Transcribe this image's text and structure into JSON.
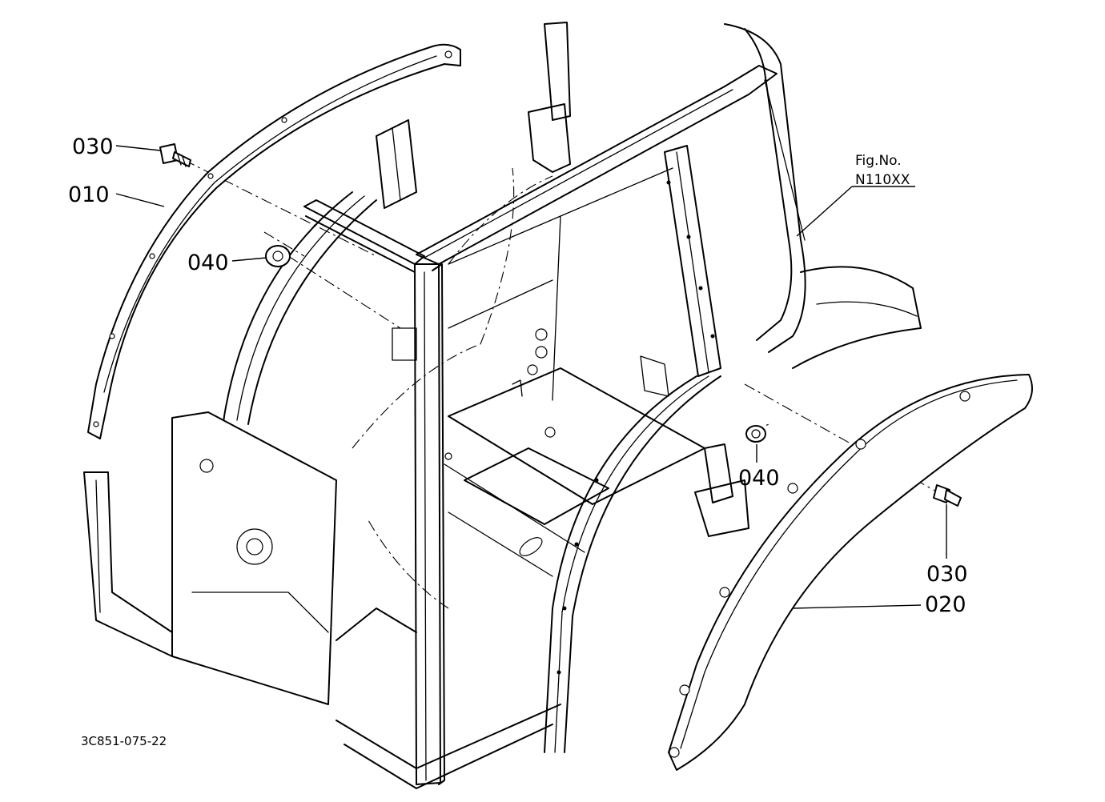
{
  "labels": {
    "part_030_upper": "030",
    "part_010": "010",
    "part_040_left": "040",
    "part_040_right": "040",
    "part_030_lower": "030",
    "part_020": "020",
    "fig_ref_line1": "Fig.No.",
    "fig_ref_line2": "N110XX",
    "drawing_code": "3C851-075-22"
  }
}
